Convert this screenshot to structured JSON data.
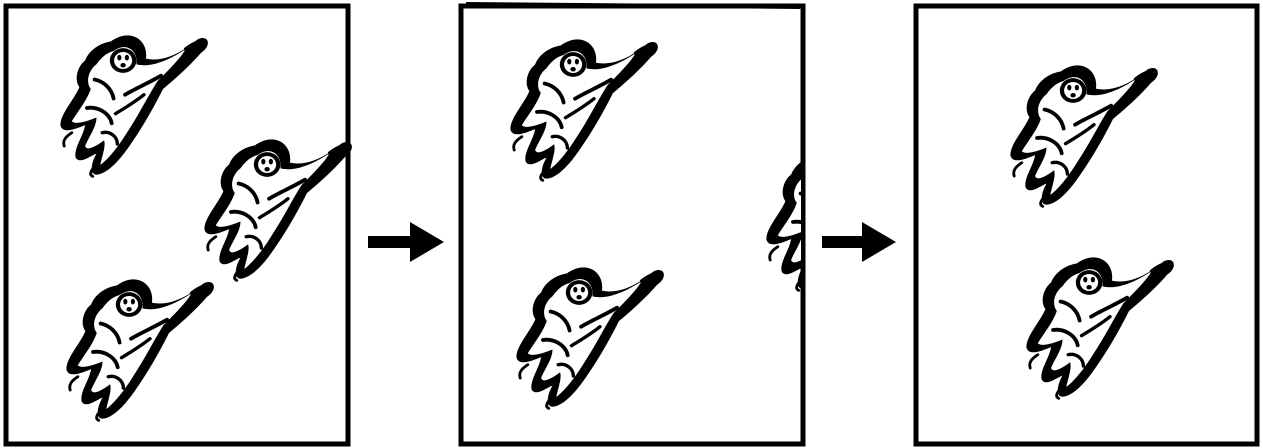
{
  "diagram": {
    "frames": [
      {
        "ghost_count": 3
      },
      {
        "ghost_count": 3,
        "note": ""
      },
      {
        "ghost_count": 2
      }
    ],
    "arrows": 2,
    "colors": {
      "ink": "#000000",
      "paper": "#ffffff"
    },
    "icon": "ghost-icon"
  }
}
